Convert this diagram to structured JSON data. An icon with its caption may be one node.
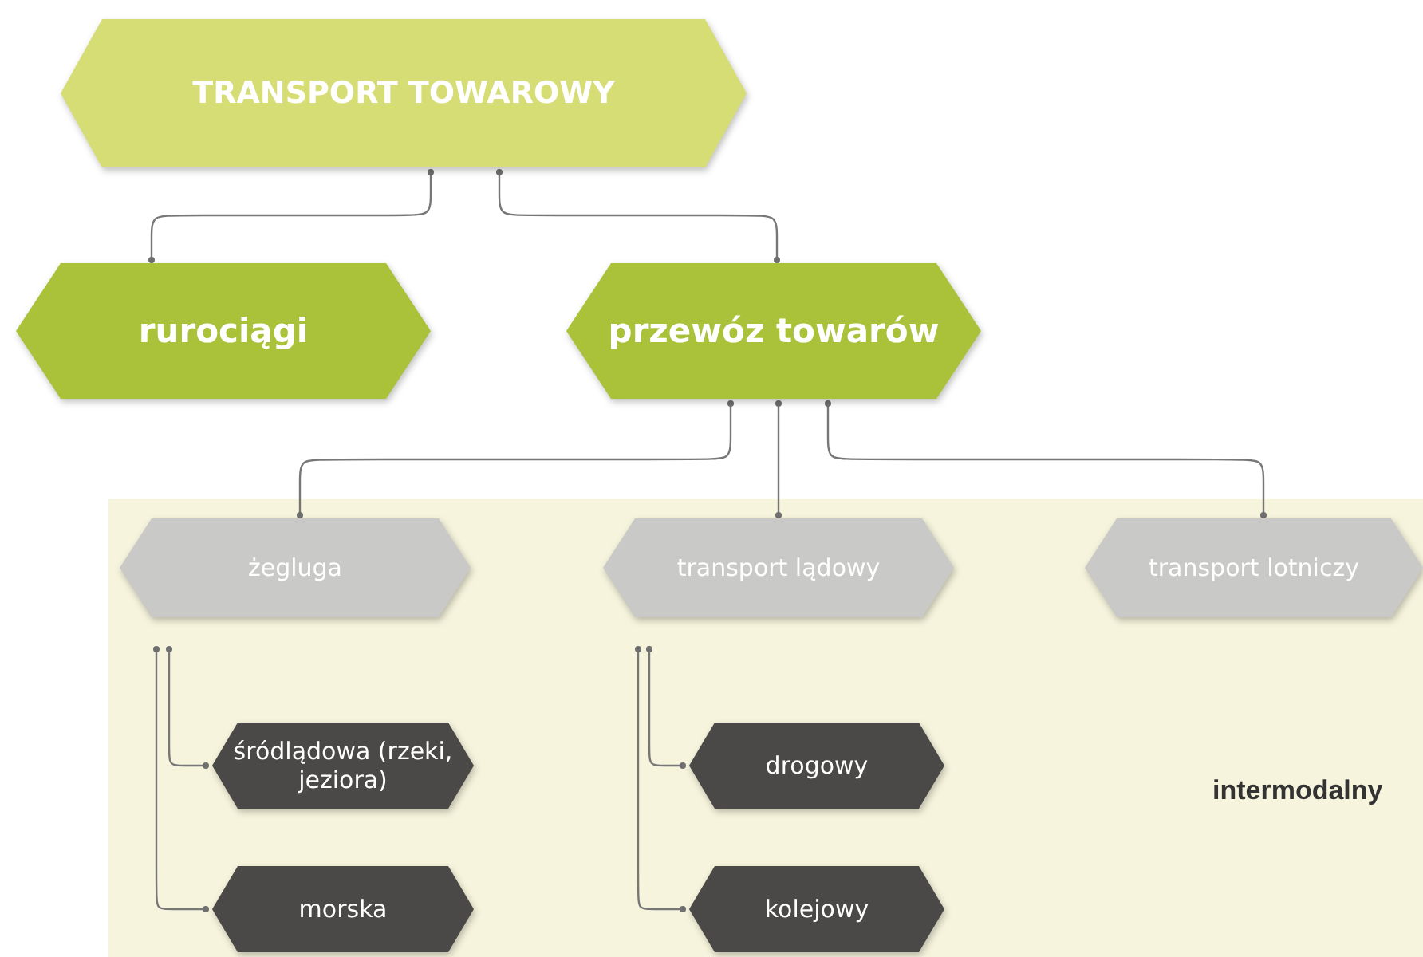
{
  "diagram": {
    "nodes": [
      {
        "text": [
          "TRANSPORT TOWAROWY"
        ]
      },
      {
        "text": [
          "rurociągi"
        ]
      },
      {
        "text": [
          "przewóz towarów"
        ]
      },
      {
        "text": [
          "intermodalny"
        ]
      },
      {
        "text": [
          "żegluga"
        ],
        "in": 3
      },
      {
        "text": [
          "transport lądowy"
        ],
        "in": 3
      },
      {
        "text": [
          "transport lotniczy"
        ],
        "in": 3
      },
      {
        "text": [
          "śródlądowa (rzeki, jeziora)"
        ],
        "in": 3
      },
      {
        "text": [
          "morska"
        ],
        "in": 3
      },
      {
        "text": [
          "drogowy"
        ],
        "in": 3
      },
      {
        "text": [
          "kolejowy"
        ],
        "in": 3
      }
    ],
    "edges": [
      {
        "from": 0,
        "to": 1,
        "arrow": "other"
      },
      {
        "from": 0,
        "to": 2,
        "arrow": "other"
      },
      {
        "from": 2,
        "to": 4,
        "arrow": "other"
      },
      {
        "from": 2,
        "to": 5,
        "arrow": "other"
      },
      {
        "from": 2,
        "to": 6,
        "arrow": "other"
      },
      {
        "from": 4,
        "to": 7,
        "arrow": "other"
      },
      {
        "from": 4,
        "to": 8,
        "arrow": "other"
      },
      {
        "from": 5,
        "to": 9,
        "arrow": "other"
      },
      {
        "from": 5,
        "to": 10,
        "arrow": "other"
      }
    ]
  }
}
